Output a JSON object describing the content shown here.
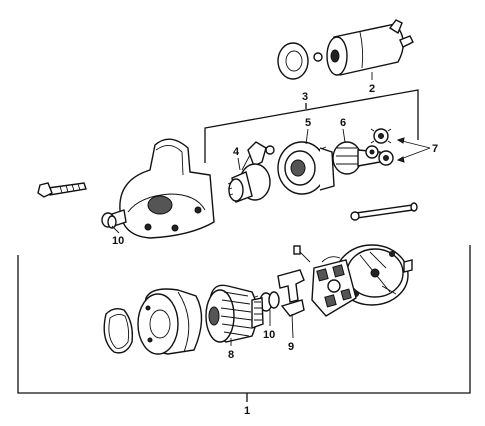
{
  "callouts": {
    "c1": "1",
    "c2": "2",
    "c3": "3",
    "c4": "4",
    "c5": "5",
    "c6": "6",
    "c7": "7",
    "c8": "8",
    "c9": "9",
    "c10a": "10",
    "c10b": "10"
  },
  "colors": {
    "line": "#111111",
    "background": "#ffffff"
  }
}
